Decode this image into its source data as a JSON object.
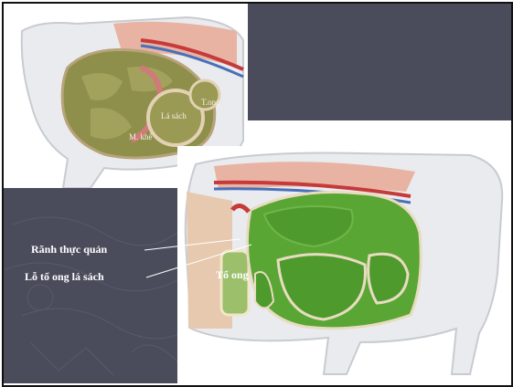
{
  "top_figure": {
    "labels": {
      "tong": "T.ong",
      "la_sach": "Lá sách",
      "m_khe": "M. khế"
    }
  },
  "bottom_figure": {
    "labels": {
      "ranh_thuc_quan": "Rãnh thực quản",
      "lo_to_ong_la_sach": "Lỗ tổ ong lá sách",
      "to_ong": "Tổ ong"
    }
  },
  "colors": {
    "panel": "#4a4c5c",
    "rumen_green": "#5aa634",
    "omasum_olive": "#9a9a55"
  }
}
